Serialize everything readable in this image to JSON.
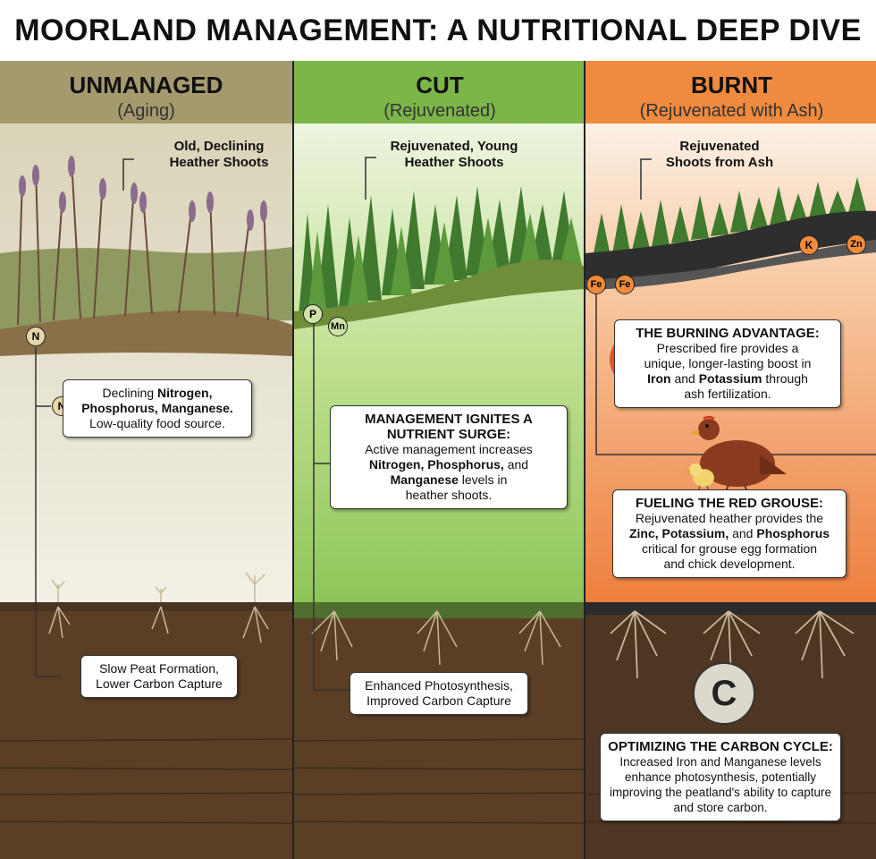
{
  "title": "MOORLAND MANAGEMENT: A NUTRITIONAL DEEP DIVE",
  "columns": {
    "unmanaged": {
      "title": "UNMANAGED",
      "subtitle": "(Aging)",
      "shoot_label": "Old, Declining Heather Shoots",
      "badge": "N",
      "nutrient_box": {
        "line1_pre": "Declining ",
        "nitrogen": "Nitrogen,",
        "line2": "Phosphorus, Manganese.",
        "line3": "Low-quality food source."
      },
      "carbon_box": "Slow Peat Formation, Lower Carbon Capture"
    },
    "cut": {
      "title": "CUT",
      "subtitle": "(Rejuvenated)",
      "shoot_label": "Rejuvenated, Young Heather Shoots",
      "badges": [
        "P",
        "Mn"
      ],
      "nutrient_box": {
        "title": "MANAGEMENT IGNITES A NUTRIENT SURGE:",
        "line1": "Active management increases",
        "line2": "Nitrogen, Phosphorus,",
        "line2_post": " and",
        "line3": "Manganese",
        "line3_post": " levels in",
        "line4": "heather shoots."
      },
      "carbon_box": "Enhanced Photosynthesis, Improved Carbon Capture"
    },
    "burnt": {
      "title": "BURNT",
      "subtitle": "(Rejuvenated with Ash)",
      "shoot_label": "Rejuvenated Shoots from Ash",
      "badges": [
        "Fe",
        "Fe",
        "K",
        "Zn"
      ],
      "burning_box": {
        "title": "THE BURNING ADVANTAGE:",
        "line1": "Prescribed fire provides a",
        "line2": "unique, longer-lasting boost in",
        "iron": "Iron",
        "and": " and ",
        "potassium": "Potassium",
        "through": " through",
        "line4": "ash fertilization."
      },
      "grouse_box": {
        "title": "FUELING THE RED GROUSE:",
        "line1": "Rejuvenated heather provides the",
        "zinc": "Zinc,",
        "potassium": "Potassium,",
        "and": " and ",
        "phosphorus": "Phosphorus",
        "line3": "critical for grouse egg formation",
        "line4": "and chick development."
      },
      "carbon_badge": "C",
      "carbon_box": {
        "title": "OPTIMIZING THE CARBON CYCLE:",
        "text": "Increased Iron and Manganese levels enhance photosynthesis, potentially improving the peatland's ability to capture and store carbon."
      }
    }
  },
  "colors": {
    "unmanaged_header": "#a59a6e",
    "cut_header": "#7cb548",
    "burnt_header": "#ef8a3e",
    "peat": "#5a3f26"
  }
}
